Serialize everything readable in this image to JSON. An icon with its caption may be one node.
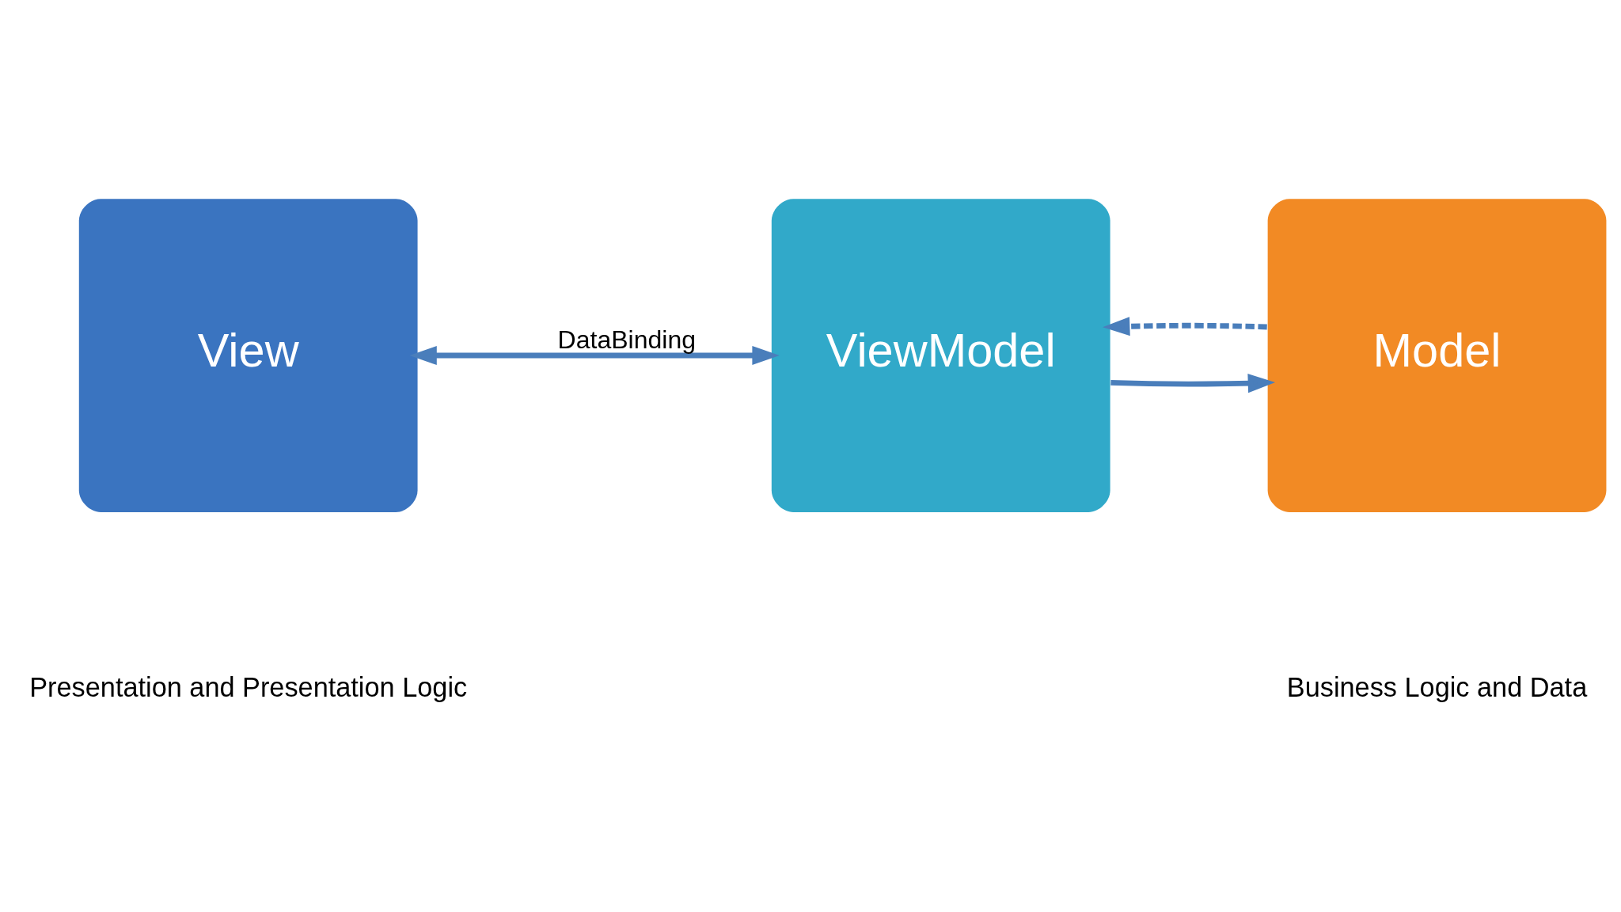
{
  "diagram": {
    "nodes": [
      {
        "text": [
          "View"
        ]
      },
      {
        "text": [
          "ViewModel"
        ]
      },
      {
        "text": [
          "Model"
        ]
      }
    ],
    "edges": [
      {
        "from": 0,
        "to": 1,
        "arrow": "both",
        "label": "DataBinding"
      },
      {
        "from": 1,
        "to": 2,
        "arrow": "to"
      },
      {
        "from": 2,
        "to": 1,
        "arrow": "to",
        "style": "dashed"
      }
    ],
    "labels": [
      "Presentation and Presentation Logic",
      "Business Logic and Data"
    ]
  }
}
